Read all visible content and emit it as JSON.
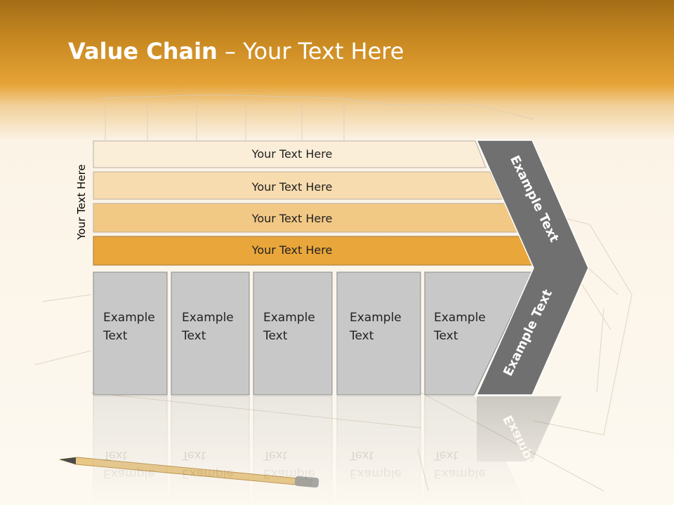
{
  "title": {
    "bold": "Value Chain",
    "rest": " – Your Text Here"
  },
  "side_label": "Your Text Here",
  "support_bars": [
    {
      "label": "Your Text Here",
      "color": "#fbeed9"
    },
    {
      "label": "Your Text Here",
      "color": "#f7dcaf"
    },
    {
      "label": "Your Text Here",
      "color": "#f2c885"
    },
    {
      "label": "Your Text Here",
      "color": "#e9a63a"
    }
  ],
  "primary_boxes": [
    {
      "line1": "Example",
      "line2": "Text"
    },
    {
      "line1": "Example",
      "line2": "Text"
    },
    {
      "line1": "Example",
      "line2": "Text"
    },
    {
      "line1": "Example",
      "line2": "Text"
    },
    {
      "line1": "Example",
      "line2": "Text"
    }
  ],
  "arrow": {
    "upper_label": "Example Text",
    "lower_label": "Example Text"
  },
  "colors": {
    "header": "#e6a336",
    "box_gray": "#c8c8c8",
    "arrow_gray": "#707070"
  }
}
